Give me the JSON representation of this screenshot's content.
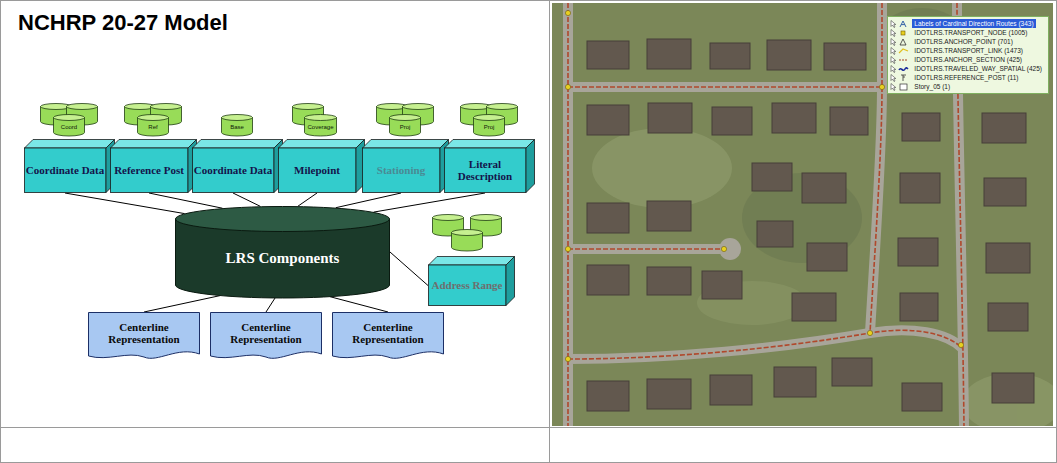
{
  "diagram": {
    "title": "NCHRP 20-27 Model",
    "nodes": [
      {
        "text": [
          "Coord"
        ]
      },
      {
        "text": [
          "Ref"
        ]
      },
      {
        "text": [
          "Base"
        ]
      },
      {
        "text": [
          "Coverage"
        ]
      },
      {
        "text": [
          "Proj"
        ]
      },
      {
        "text": [
          "Proj"
        ]
      },
      {
        "text": [
          "Coordinate Data"
        ]
      },
      {
        "text": [
          "Reference Post"
        ]
      },
      {
        "text": [
          "Coordinate Data"
        ]
      },
      {
        "text": [
          "Milepoint"
        ]
      },
      {
        "text": [
          "Stationing"
        ]
      },
      {
        "text": [
          "Literal Description"
        ]
      },
      {
        "text": [
          "LRS Components"
        ]
      },
      {
        "text": [
          "Address Range"
        ]
      },
      {
        "text": [
          "Centerline Representation"
        ]
      },
      {
        "text": [
          "Centerline Representation"
        ]
      },
      {
        "text": [
          "Centerline Representation"
        ]
      }
    ],
    "edges": [
      {
        "from": 6,
        "to": 12,
        "arrow": "none"
      },
      {
        "from": 7,
        "to": 12,
        "arrow": "none"
      },
      {
        "from": 8,
        "to": 12,
        "arrow": "none"
      },
      {
        "from": 9,
        "to": 12,
        "arrow": "none"
      },
      {
        "from": 10,
        "to": 12,
        "arrow": "none"
      },
      {
        "from": 11,
        "to": 12,
        "arrow": "none"
      },
      {
        "from": 12,
        "to": 13,
        "arrow": "none"
      },
      {
        "from": 12,
        "to": 14,
        "arrow": "none"
      },
      {
        "from": 12,
        "to": 15,
        "arrow": "none"
      },
      {
        "from": 12,
        "to": 16,
        "arrow": "none"
      }
    ],
    "legend": [
      {
        "text": "Labels of Cardinal Direction Routes (343)"
      },
      {
        "text": "IDOTLRS.TRANSPORT_NODE (1005)"
      },
      {
        "text": "IDOTLRS.ANCHOR_POINT (701)"
      },
      {
        "text": "IDOTLRS.TRANSPORT_LINK (1473)"
      },
      {
        "text": "IDOTLRS.ANCHOR_SECTION (425)"
      },
      {
        "text": "IDOTLRS.TRAVELED_WAY_SPATIAL (425)"
      },
      {
        "text": "IDOTLRS.REFERENCE_POST (11)"
      },
      {
        "text": "Story_05 (1)"
      }
    ]
  }
}
